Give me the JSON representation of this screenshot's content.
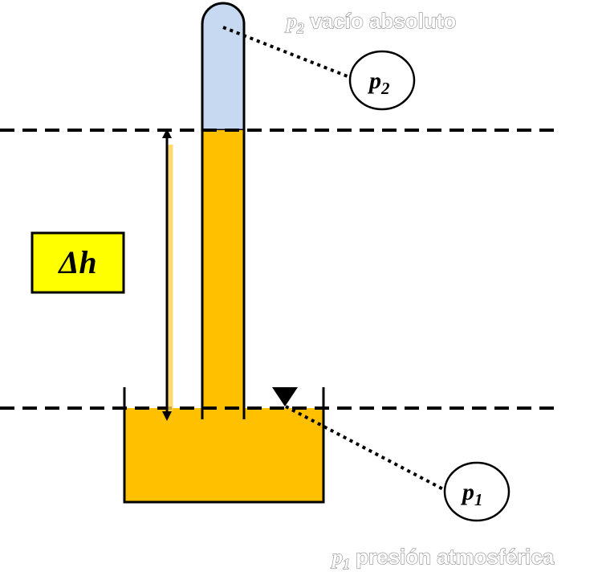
{
  "labels": {
    "delta_h": "Δh",
    "bubble_p2_main": "p",
    "bubble_p2_sub": "2",
    "bubble_p1_main": "p",
    "bubble_p1_sub": "1",
    "top_caption_var": "p",
    "top_caption_sub": "2",
    "top_caption_text": " vacío absoluto",
    "bottom_caption_var": "p",
    "bottom_caption_sub": "1",
    "bottom_caption_text": " presión atmosférica"
  },
  "colors": {
    "fluid": "#FFC000",
    "vacuum": "#C6D9F1",
    "label_box": "#FFFF00",
    "lines": "#000000"
  }
}
